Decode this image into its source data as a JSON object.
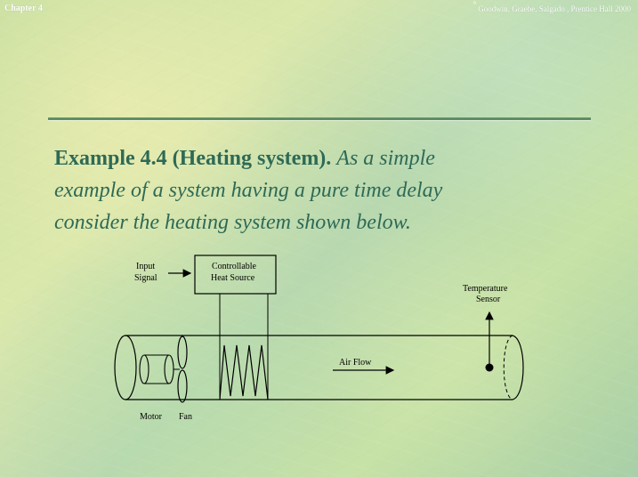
{
  "header": {
    "chapter_label": "Chapter 4",
    "citation": "Goodwin, Graebe, Salgado , Prentice Hall 2000",
    "bullet_symbol": "°"
  },
  "slide": {
    "title_bold": "Example 4.4 (Heating system).",
    "title_italic_1": "As a simple",
    "title_italic_2": "example of a system having a pure time delay",
    "title_italic_3": "consider the heating system shown below."
  },
  "diagram": {
    "input_line_1": "Input",
    "input_line_2": "Signal",
    "source_line_1": "Controllable",
    "source_line_2": "Heat Source",
    "sensor_line_1": "Temperature",
    "sensor_line_2": "Sensor",
    "flow_label": "Air Flow",
    "motor_label": "Motor",
    "fan_label": "Fan"
  },
  "colors": {
    "title_text": "#2e6a56",
    "divider": "#5f8f63",
    "header_text": "#ffffff"
  }
}
